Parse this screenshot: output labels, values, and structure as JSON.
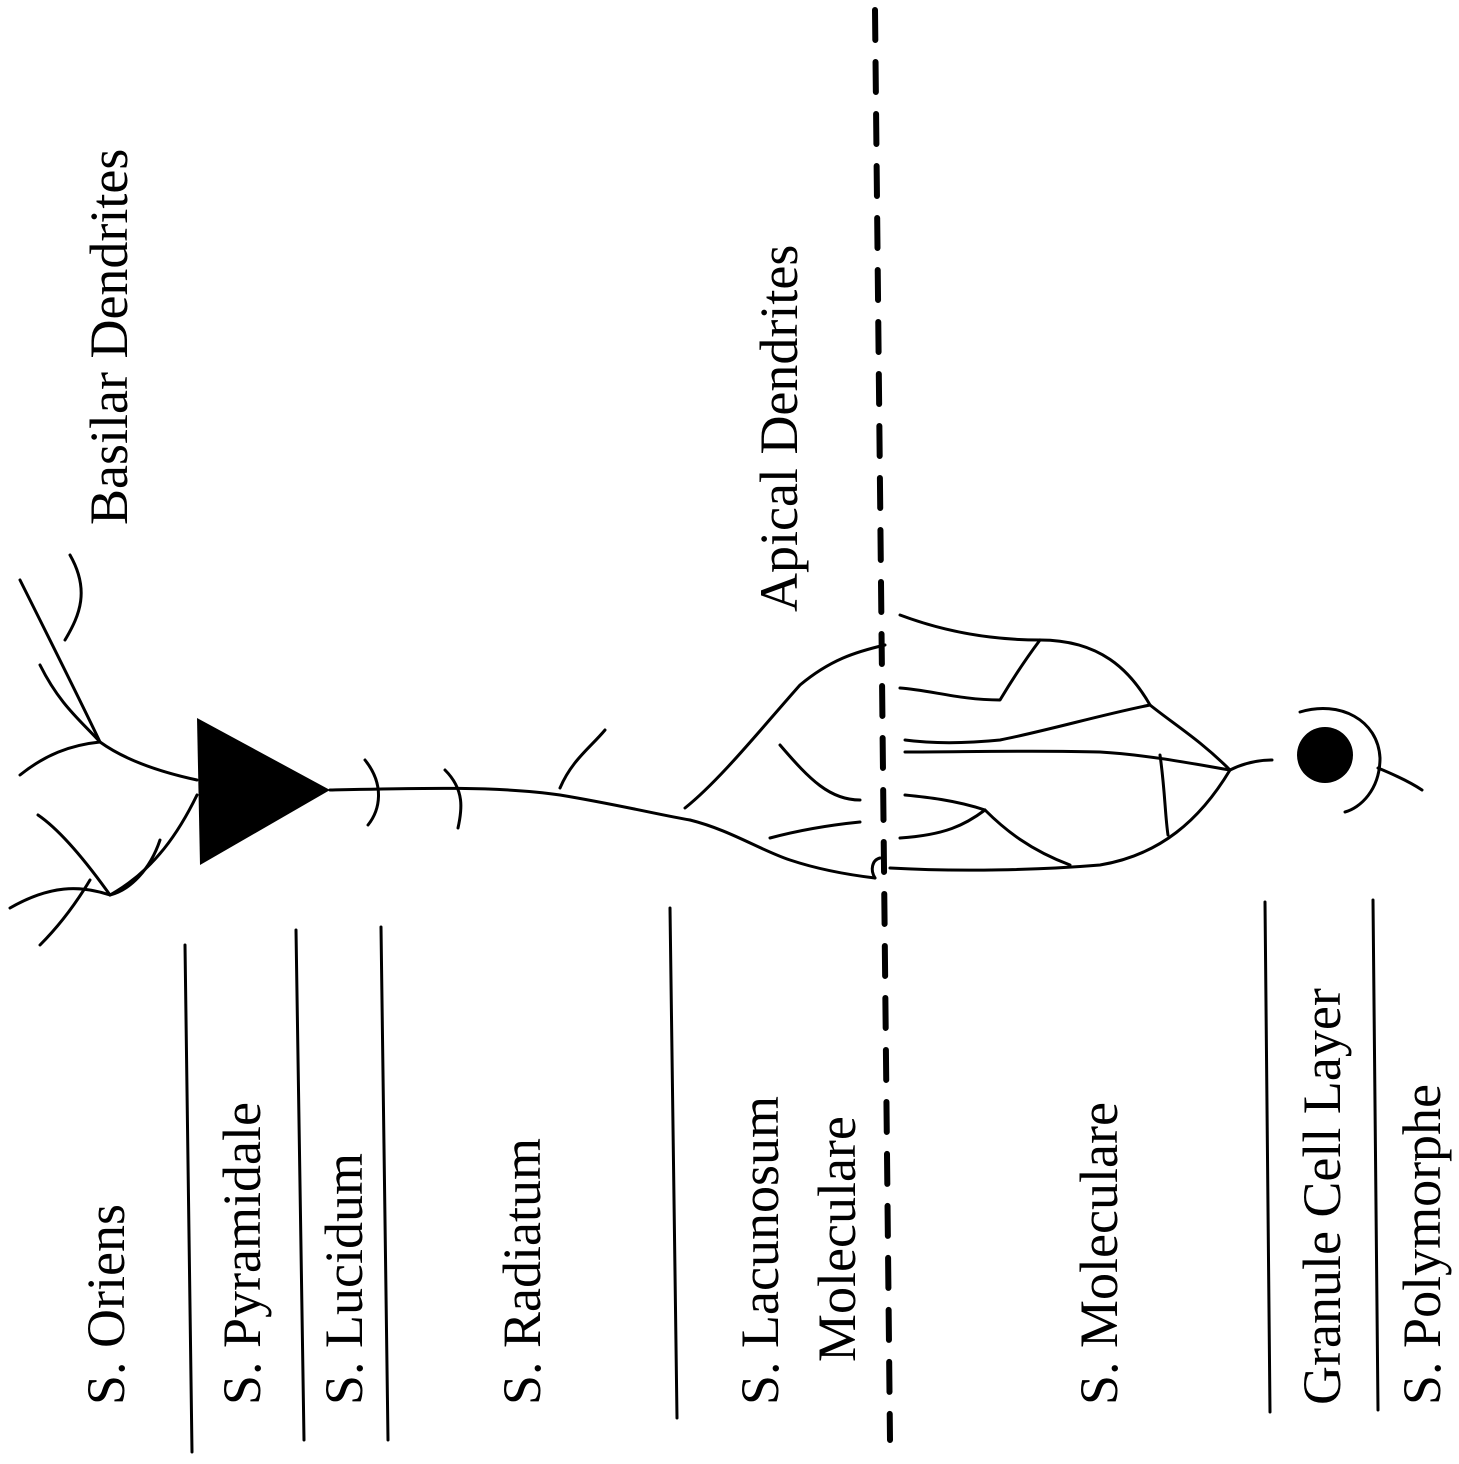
{
  "labels": {
    "basilar_dendrites": "Basilar Dendrites",
    "apical_dendrites": "Apical Dendrites"
  },
  "layers": [
    "S. Oriens",
    "S. Pyramidale",
    "S. Lucidum",
    "S. Radiatum",
    "S. Lacunosum",
    "Moleculare",
    "S. Moleculare",
    "Granule Cell Layer",
    "S. Polymorphe"
  ],
  "colors": {
    "ink": "#000000",
    "background": "#ffffff"
  }
}
